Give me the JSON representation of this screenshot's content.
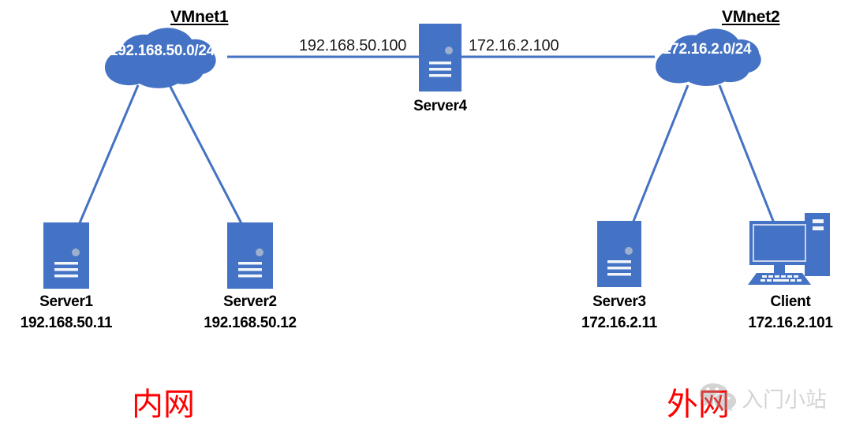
{
  "diagram": {
    "title_left": "VMnet1",
    "title_right": "VMnet2",
    "colors": {
      "node_blue": "#4472C4",
      "line_blue": "#4472C4",
      "zone_red": "#FF0000",
      "caption_black": "#000000",
      "watermark_gray": "#9A9A9A",
      "background": "#FFFFFF"
    }
  },
  "clouds": [
    {
      "id": "vmnet1",
      "title": "VMnet1",
      "network": "192.168.50.0/24"
    },
    {
      "id": "vmnet2",
      "title": "VMnet2",
      "network": "172.16.2.0/24"
    }
  ],
  "link_labels": {
    "left_interface": "192.168.50.100",
    "right_interface": "172.16.2.100"
  },
  "nodes": [
    {
      "id": "server1",
      "icon": "server-icon",
      "name": "Server1",
      "ip": "192.168.50.11"
    },
    {
      "id": "server2",
      "icon": "server-icon",
      "name": "Server2",
      "ip": "192.168.50.12"
    },
    {
      "id": "server4",
      "icon": "server-icon",
      "name": "Server4",
      "ip": ""
    },
    {
      "id": "server3",
      "icon": "server-icon",
      "name": "Server3",
      "ip": "172.16.2.11"
    },
    {
      "id": "client",
      "icon": "desktop-computer-icon",
      "name": "Client",
      "ip": "172.16.2.101"
    }
  ],
  "zones": {
    "internal": "内网",
    "external": "外网"
  },
  "watermark": {
    "icon": "wechat-icon",
    "text": "入门小站"
  }
}
